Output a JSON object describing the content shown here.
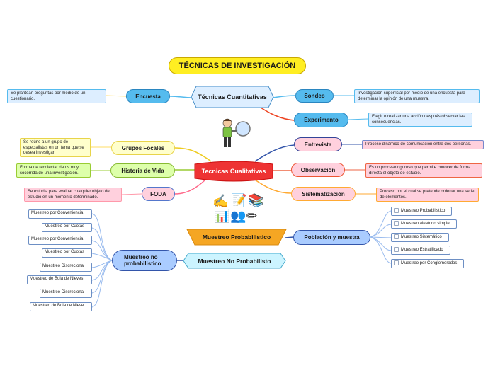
{
  "title": "TÉCNICAS DE INVESTIGACIÓN",
  "center_cuantitativas": "Técnicas Cuantitativas",
  "center_cualitativas": "Tecnicas Cualitativas",
  "muestreo_probabilistico": "Muestreo Probabilistico",
  "muestreo_no_probabilistico": "Muestreo No Probabilisto",
  "nodes": {
    "encuesta": "Encuesta",
    "sondeo": "Sondeo",
    "experimento": "Experimento",
    "grupos_focales": "Grupos Focales",
    "historia_vida": "Historia de Vida",
    "foda": "FODA",
    "entrevista": "Entrevista",
    "observacion": "Observación",
    "sistematizacion": "Sistematización",
    "poblacion_muestra": "Población y muestra",
    "muestreo_no_prob_node": "Muestreo no probabilistico"
  },
  "notes": {
    "encuesta": "Se plantean preguntas por medio de un cuestionario.",
    "sondeo": "Investigación superficial por medio de una encuesta para determinar la opinión de una muestra.",
    "experimento": "Elegir o realizar una acción después observar las consecuencias.",
    "grupos_focales": "Se reúne a un grupo de especialistas en un tema que se desea investigar",
    "historia_vida": "Forma de recolectar datos muy socorrida de una investigación.",
    "foda": "Se estudia para evaluar cualquier objeto de estudio en un momento determinado.",
    "entrevista": "Proceso dinámico de comunicación entre dos personas.",
    "observacion": "Es un proceso riguroso que permite conocer de forma directa el objeto de estudio.",
    "sistematizacion": "Proceso por el cual se pretende ordenar una serie de elementos."
  },
  "probabilistic_items": [
    "Muestreo Probabilistico",
    "Muestreo aleatorio simple",
    "Muestreo Sistemático",
    "Muestreo Estratificado",
    "Muestreo por Conglomerados"
  ],
  "non_probabilistic_items": [
    "Muestreo por Conveniencia",
    "Muestreo por Cuotas",
    "Muestreo por Conveniencia",
    "Muestreo por Cuotas",
    "Muestreo Discrecional",
    "Muestreo de Bola de Nieves",
    "Muestreo Discrecional",
    "Muestreo de Bola de Nieve"
  ],
  "colors": {
    "title_fill": "#ffee22",
    "blue_fill": "#55bbee",
    "red_center": "#ee3333",
    "yellow_node": "#ffffcc",
    "green_node": "#ddffaa",
    "pink_node": "#ffd0dd",
    "light_blue_node": "#aaccff",
    "orange_banner": "#f5a623",
    "cyan_banner": "#ccf4ff"
  }
}
